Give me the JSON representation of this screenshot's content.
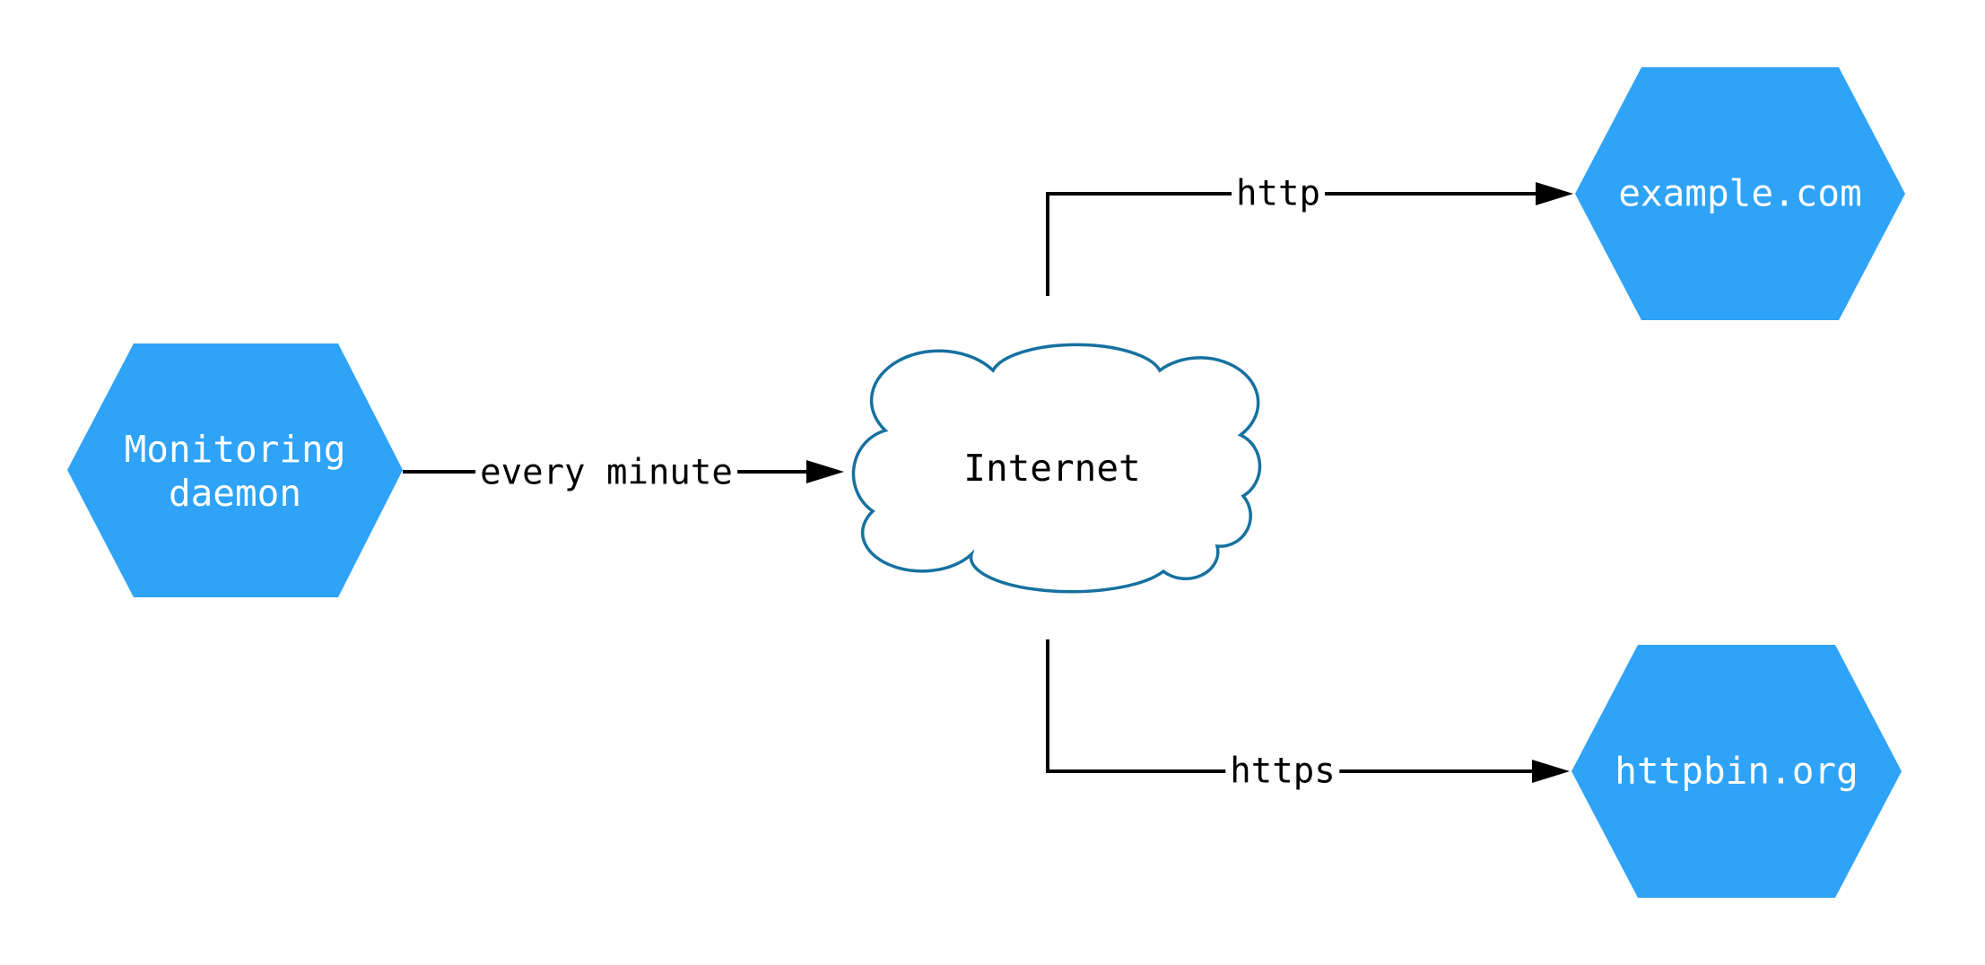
{
  "diagram_type": "network-diagram",
  "colors": {
    "background": "#FFFFFF",
    "hexagon_fill": "#2EA3F7",
    "hexagon_text": "#FFFFFF",
    "cloud_stroke": "#16719F",
    "cloud_fill": "#FFFFFF",
    "edge_color": "#000000",
    "edge_label_text": "#000000"
  },
  "nodes": {
    "monitoring_daemon": {
      "shape": "hexagon",
      "label_line1": "Monitoring",
      "label_line2": "daemon"
    },
    "internet": {
      "shape": "cloud",
      "label": "Internet"
    },
    "example_com": {
      "shape": "hexagon",
      "label": "example.com"
    },
    "httpbin_org": {
      "shape": "hexagon",
      "label": "httpbin.org"
    }
  },
  "edges": {
    "daemon_to_internet": {
      "from": "monitoring_daemon",
      "to": "internet",
      "label": "every minute",
      "arrow": "right"
    },
    "internet_to_example": {
      "from": "internet",
      "to": "example_com",
      "label": "http",
      "arrow": "right"
    },
    "internet_to_httpbin": {
      "from": "internet",
      "to": "httpbin_org",
      "label": "https",
      "arrow": "right"
    }
  }
}
